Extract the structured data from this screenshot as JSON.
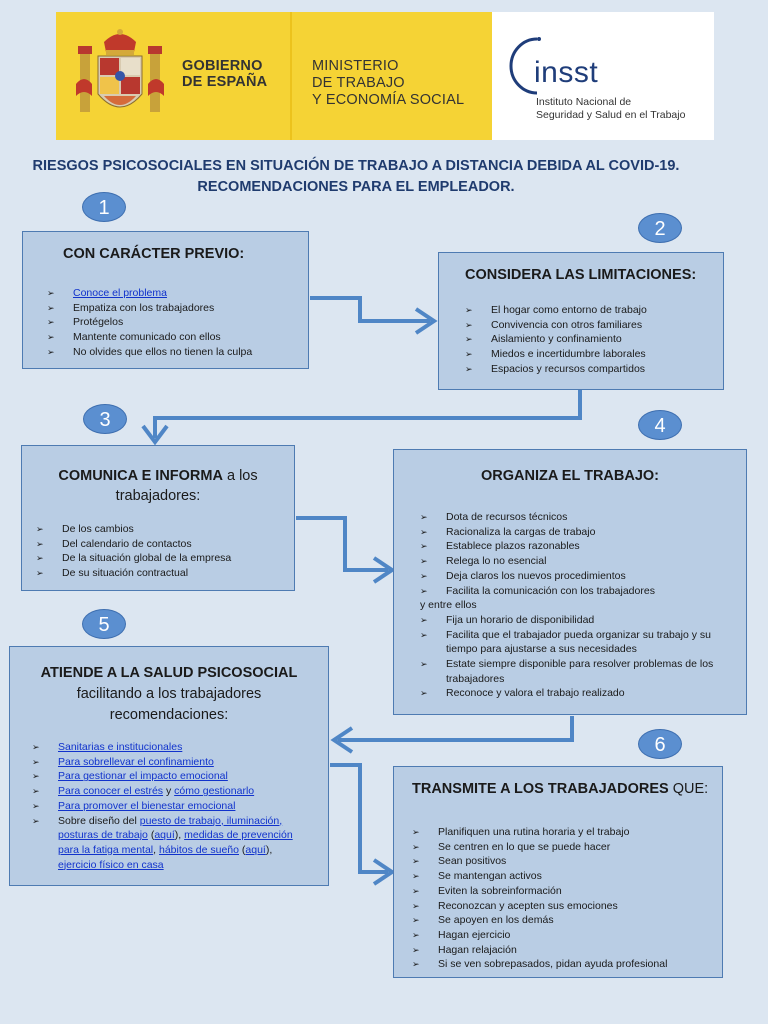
{
  "header": {
    "gov_line1": "GOBIERNO",
    "gov_line2": "DE ESPAÑA",
    "min_line1": "MINISTERIO",
    "min_line2": "DE TRABAJO",
    "min_line3": "Y ECONOMÍA SOCIAL",
    "insst_name": "insst",
    "insst_line1": "Instituto Nacional de",
    "insst_line2": "Seguridad y Salud en el Trabajo"
  },
  "title": {
    "line1": "RIESGOS PSICOSOCIALES EN SITUACIÓN DE TRABAJO A DISTANCIA DEBIDA AL COVID-19.",
    "line2": "RECOMENDACIONES PARA EL EMPLEADOR."
  },
  "steps": {
    "s1": {
      "number": "1",
      "heading": "CON CARÁCTER PREVIO:",
      "items": [
        "Conoce el problema",
        "Empatiza con los trabajadores",
        "Protégelos",
        "Mantente comunicado con ellos",
        "No olvides que ellos no tienen la culpa"
      ]
    },
    "s2": {
      "number": "2",
      "heading": "CONSIDERA LAS LIMITACIONES:",
      "items": [
        "El hogar como entorno de trabajo",
        "Convivencia con otros familiares",
        "Aislamiento y confinamiento",
        "Miedos e incertidumbre laborales",
        "Espacios y recursos compartidos"
      ]
    },
    "s3": {
      "number": "3",
      "heading_bold": "COMUNICA E INFORMA",
      "heading_rest": "a los",
      "heading_line2": "trabajadores:",
      "items": [
        "De los cambios",
        "Del calendario de contactos",
        "De la situación global de la empresa",
        "De su situación contractual"
      ]
    },
    "s4": {
      "number": "4",
      "heading": "ORGANIZA EL TRABAJO:",
      "items": [
        "Dota de recursos técnicos",
        "Racionaliza la cargas de trabajo",
        "Establece plazos razonables",
        "Relega lo no esencial",
        "Deja claros los nuevos procedimientos",
        "Facilita la comunicación con los trabajadores",
        "Fija un horario de disponibilidad",
        "Facilita que el trabajador pueda organizar su trabajo y su tiempo para ajustarse a sus necesidades",
        "Estate siempre disponible para resolver problemas de los trabajadores",
        "Reconoce y valora el trabajo realizado"
      ],
      "item6_cont": "y entre ellos"
    },
    "s5": {
      "number": "5",
      "heading_bold": "ATIENDE A LA SALUD PSICOSOCIAL",
      "heading_line2": "facilitando a los trabajadores",
      "heading_line3": "recomendaciones:",
      "items": [
        "Sanitarias e institucionales",
        "Para sobrellevar el confinamiento",
        "Para gestionar el impacto emocional"
      ],
      "stress_link": "Para conocer el estrés",
      "stress_y": "y",
      "stress_link2": "cómo gestionarlo",
      "wellbeing_link": "Para promover el bienestar emocional",
      "design_prefix": "Sobre diseño del",
      "design_link1": "puesto de trabajo, iluminación,",
      "design_link1b": "posturas de trabajo",
      "design_paren1_open": "(",
      "design_aqui1": "aquí",
      "design_paren1_close": "),",
      "design_link2": "medidas de prevención",
      "design_link2b": "para la fatiga mental",
      "design_comma": ",",
      "design_link3": "hábitos de sueño",
      "design_paren2_open": "(",
      "design_aqui2": "aquí",
      "design_paren2_close": "),",
      "design_link4": "ejercicio físico en casa"
    },
    "s6": {
      "number": "6",
      "heading_bold": "TRANSMITE A LOS TRABAJADORES",
      "heading_rest": "QUE:",
      "items": [
        "Planifiquen una rutina horaria y el trabajo",
        "Se centren en lo que se puede hacer",
        "Sean positivos",
        "Se mantengan activos",
        "Eviten la sobreinformación",
        "Reconozcan y acepten sus emociones",
        "Se apoyen en los demás",
        "Hagan ejercicio",
        "Hagan relajación",
        "Si se ven sobrepasados, pidan ayuda profesional"
      ]
    }
  },
  "colors": {
    "background": "#dce6f1",
    "box_fill": "#b9cde4",
    "box_border": "#4e7bb2",
    "circle": "#5b8fd0",
    "arrow": "#4f86c6",
    "header_yellow": "#f5d335",
    "title": "#1f3b6e",
    "link": "#1133cc"
  },
  "bullet_glyph": "➢"
}
